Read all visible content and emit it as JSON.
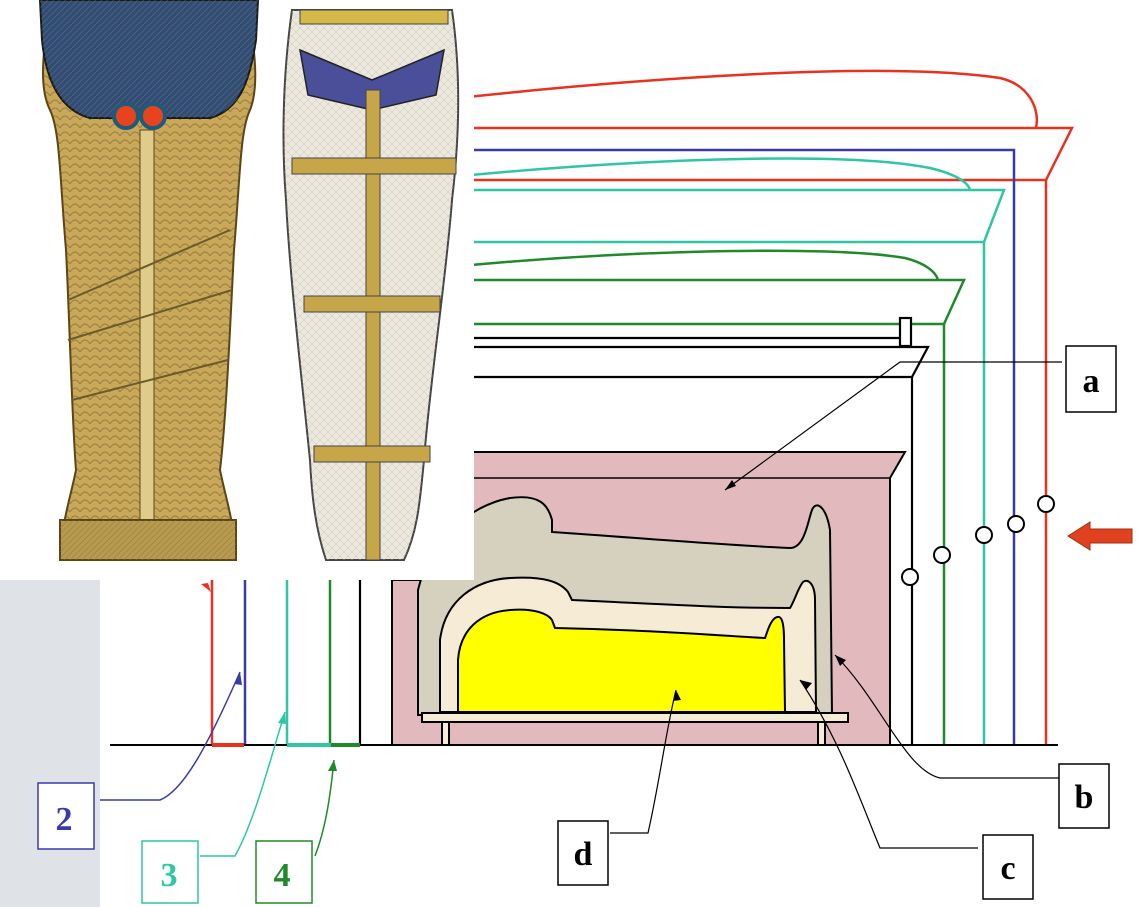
{
  "diagram": {
    "labels": {
      "a": "a",
      "b": "b",
      "c": "c",
      "d": "d",
      "n2": "2",
      "n3": "3",
      "n4": "4"
    },
    "colors": {
      "background": "#dfe2e7",
      "shrine1": "#e8321e",
      "shrine2": "#3a3aa8",
      "shrine3": "#2ec6a6",
      "shrine4": "#1f8a2a",
      "sarcophagus": "#e2b9bd",
      "outer_coffin": "#d6d1bf",
      "middle_coffin": "#f6ecd6",
      "inner_coffin": "#ffff00",
      "arrow": "#e0411e",
      "line": "#000000"
    },
    "icons": {
      "direction_arrow": "red-arrow-left-icon",
      "illustration_left": "decorated-anthropoid-coffin",
      "illustration_right": "wrapped-mummy-with-bands"
    }
  }
}
